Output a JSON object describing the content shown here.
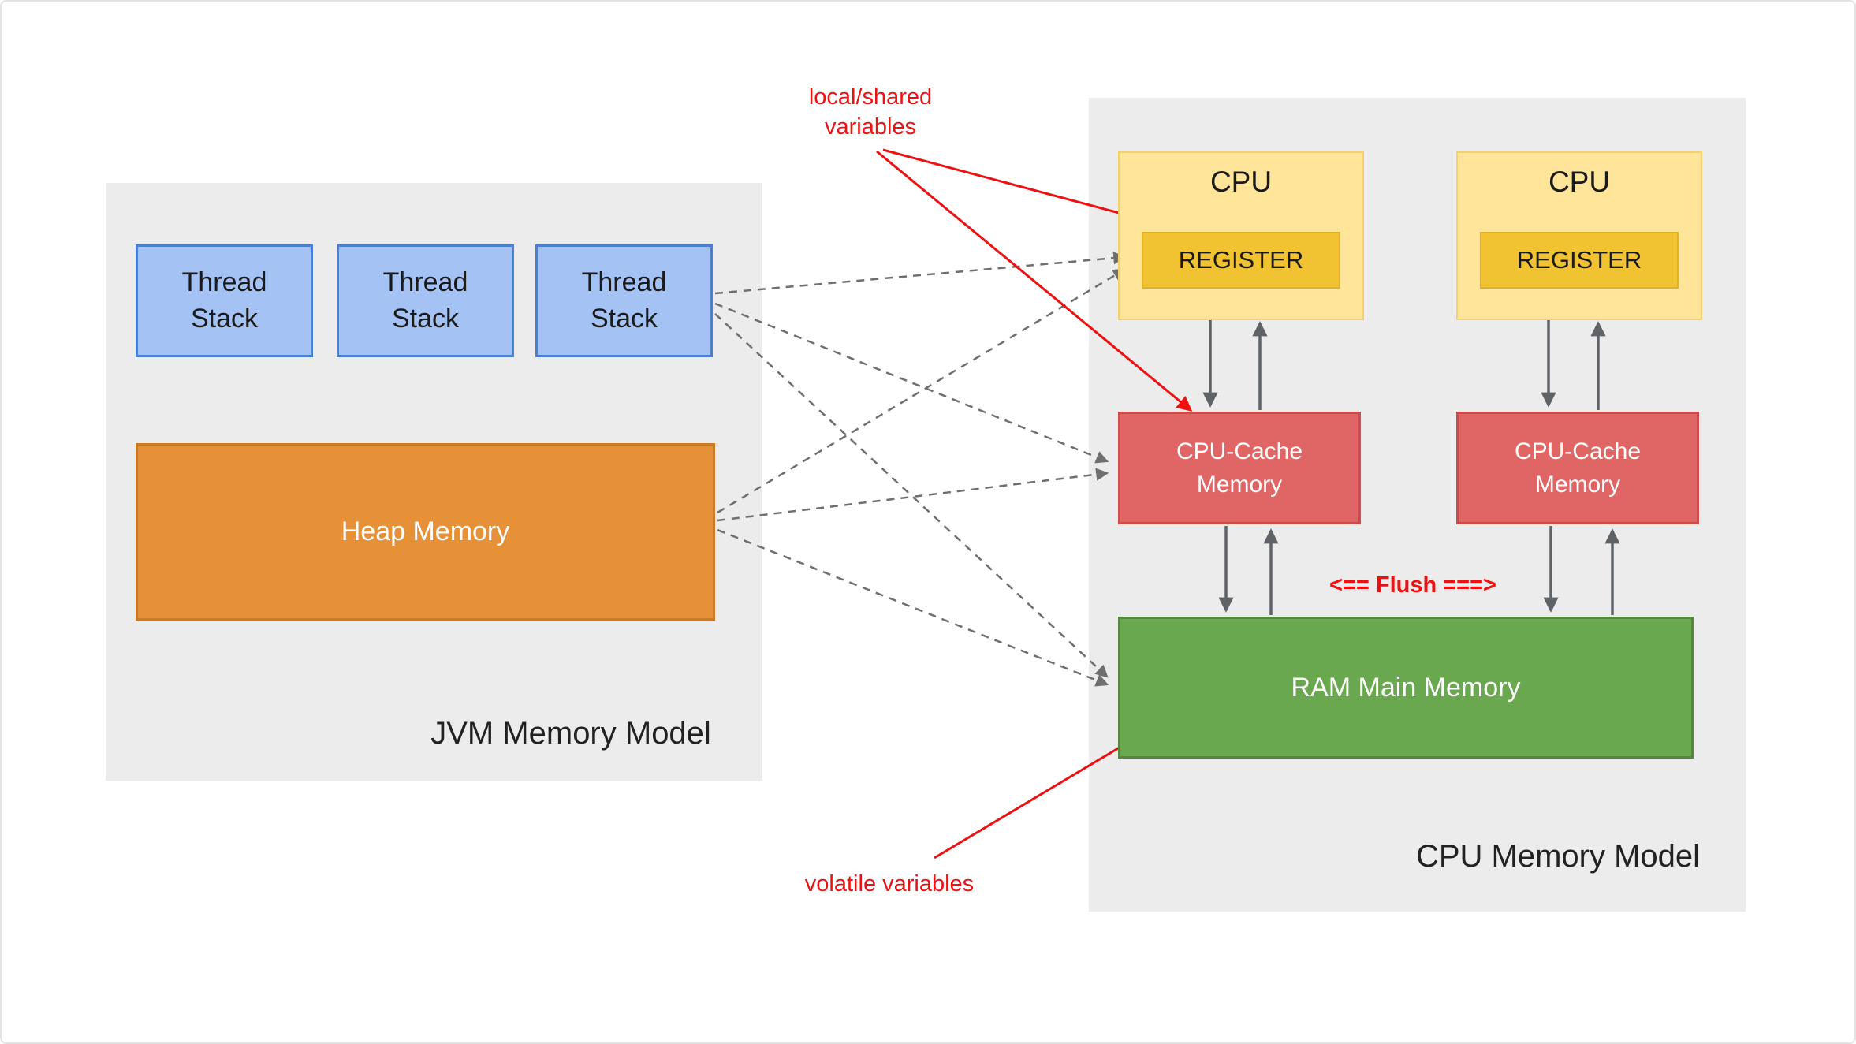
{
  "jvm_panel": {
    "title": "JVM Memory Model",
    "thread_stacks": [
      "Thread\nStack",
      "Thread\nStack",
      "Thread\nStack"
    ],
    "heap_label": "Heap Memory"
  },
  "cpu_panel": {
    "title": "CPU Memory Model",
    "cpus": [
      {
        "label": "CPU",
        "register_label": "REGISTER"
      },
      {
        "label": "CPU",
        "register_label": "REGISTER"
      }
    ],
    "caches": [
      "CPU-Cache\nMemory",
      "CPU-Cache\nMemory"
    ],
    "ram_label": "RAM Main Memory",
    "flush_label": "<== Flush ===>"
  },
  "annotations": {
    "local_shared_variables": "local/shared\nvariables",
    "volatile_variables": "volatile variables"
  },
  "colors": {
    "panel_bg": "#ececec",
    "thread_stack_fill": "#a4c2f4",
    "thread_stack_border": "#4a80d4",
    "heap_fill": "#e69138",
    "heap_border": "#c97b28",
    "cpu_fill": "#ffe599",
    "cpu_border": "#f6d169",
    "register_fill": "#f1c232",
    "register_border": "#e3b02b",
    "cache_fill": "#e06666",
    "cache_border": "#cc4b4b",
    "ram_fill": "#6aa84f",
    "ram_border": "#54883c",
    "annotation_red": "#ee1111",
    "arrow_gray": "#6f6f6f"
  }
}
